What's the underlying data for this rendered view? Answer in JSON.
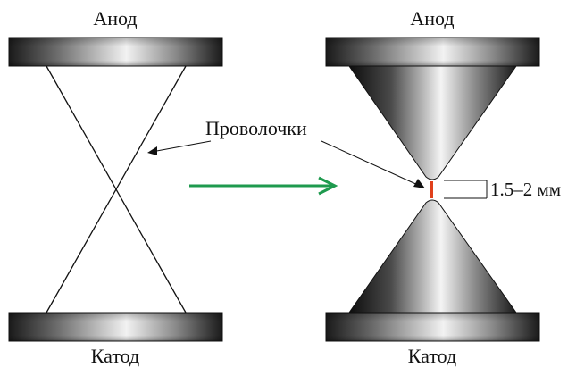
{
  "labels": {
    "anode_left": "Анод",
    "anode_right": "Анод",
    "cathode_left": "Катод",
    "cathode_right": "Катод",
    "wires": "Проволочки",
    "gap": "1.5–2 мм"
  },
  "colors": {
    "arrow": "#1e9a4e",
    "spark": "#e0401c",
    "lines": "#111111"
  }
}
